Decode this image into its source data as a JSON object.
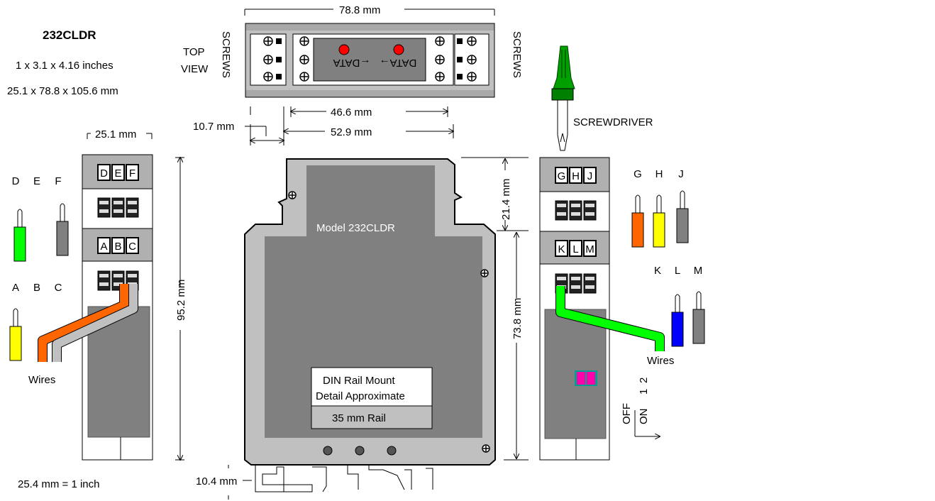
{
  "model": {
    "name": "232CLDR",
    "size_in": "1 x 3.1 x 4.16 inches",
    "size_mm": "25.1 x 78.8 x 105.6 mm",
    "conversion": "25.4 mm = 1 inch"
  },
  "top_view": {
    "label_line1": "TOP",
    "label_line2": "VIEW",
    "screws_left": "SCREWS",
    "screws_right": "SCREWS",
    "data_left": "←DATA",
    "data_right": "DATA→"
  },
  "dimensions": {
    "overall_width": "78.8 mm",
    "inner_width": "46.6 mm",
    "housing_width": "52.9 mm",
    "offset": "10.7 mm",
    "side_width": "25.1 mm",
    "side_height": "95.2 mm",
    "upper_section": "21.4 mm",
    "lower_section": "73.8 mm",
    "rail_depth": "10.4 mm"
  },
  "front": {
    "model_label": "Model 232CLDR",
    "din_line1": "DIN Rail Mount",
    "din_line2": "Detail Approximate",
    "rail": "35 mm Rail"
  },
  "left_module": {
    "terminals_top": [
      "D",
      "E",
      "F"
    ],
    "terminals_bottom": [
      "A",
      "B",
      "C"
    ],
    "wire_labels_top": [
      "D",
      "E",
      "F"
    ],
    "wire_labels_bottom": [
      "A",
      "B",
      "C"
    ],
    "wires": "Wires"
  },
  "right_module": {
    "terminals_top": [
      "G",
      "H",
      "J"
    ],
    "terminals_bottom": [
      "K",
      "L",
      "M"
    ],
    "wire_labels_top": [
      "G",
      "H",
      "J"
    ],
    "wire_labels_bottom": [
      "K",
      "L",
      "M"
    ],
    "wires": "Wires",
    "screwdriver": "SCREWDRIVER",
    "switch_off": "OFF",
    "switch_on": "ON",
    "switch_1": "1",
    "switch_2": "2"
  },
  "colors": {
    "module_gray": "#808080",
    "terminal_gray": "#c0c0c0",
    "wire_green": "#00ff00",
    "wire_orange": "#ff6600",
    "wire_yellow": "#ffff00",
    "wire_blue": "#0000ff",
    "wire_gray": "#808080",
    "led_red": "#ff0000",
    "switch_pink": "#ff00aa",
    "screwdriver_green": "#008000"
  }
}
